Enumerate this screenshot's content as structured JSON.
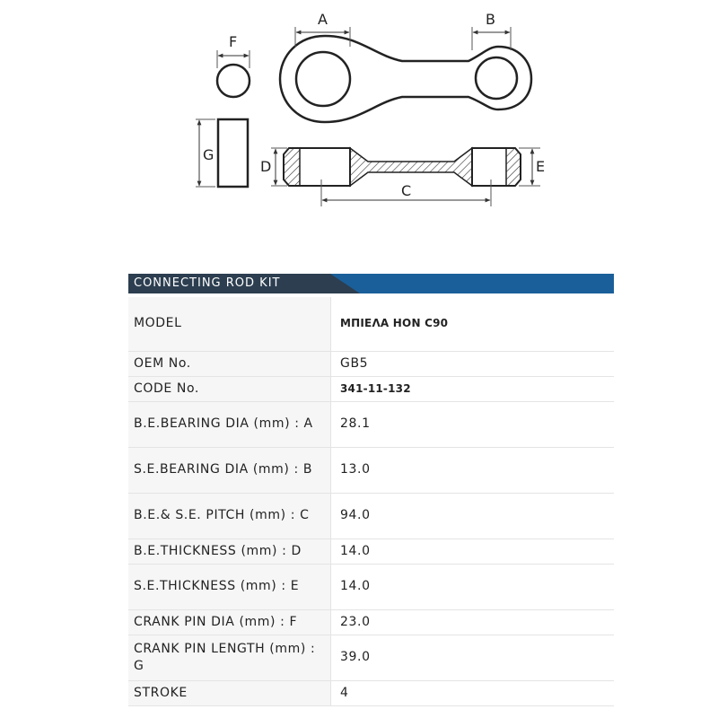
{
  "diagram": {
    "labels": {
      "a": "A",
      "b": "B",
      "c": "C",
      "d": "D",
      "e": "E",
      "f": "F",
      "g": "G"
    }
  },
  "spec": {
    "title": "CONNECTING ROD KIT",
    "rows": [
      {
        "label": "MODEL",
        "value": "ΜΠΙΕΛΑ HON C90"
      },
      {
        "label": "OEM No.",
        "value": "GB5"
      },
      {
        "label": "CODE No.",
        "value": "341-11-132"
      },
      {
        "label": "B.E.BEARING DIA (mm) : A",
        "value": "28.1"
      },
      {
        "label": "S.E.BEARING DIA (mm) : B",
        "value": "13.0"
      },
      {
        "label": "B.E.& S.E. PITCH (mm) : C",
        "value": "94.0"
      },
      {
        "label": "B.E.THICKNESS (mm) : D",
        "value": "14.0"
      },
      {
        "label": "S.E.THICKNESS (mm) : E",
        "value": "14.0"
      },
      {
        "label": "CRANK PIN DIA (mm) : F",
        "value": "23.0"
      },
      {
        "label": "CRANK PIN LENGTH (mm) : G",
        "value": "39.0"
      },
      {
        "label": "STROKE",
        "value": "4"
      }
    ]
  }
}
